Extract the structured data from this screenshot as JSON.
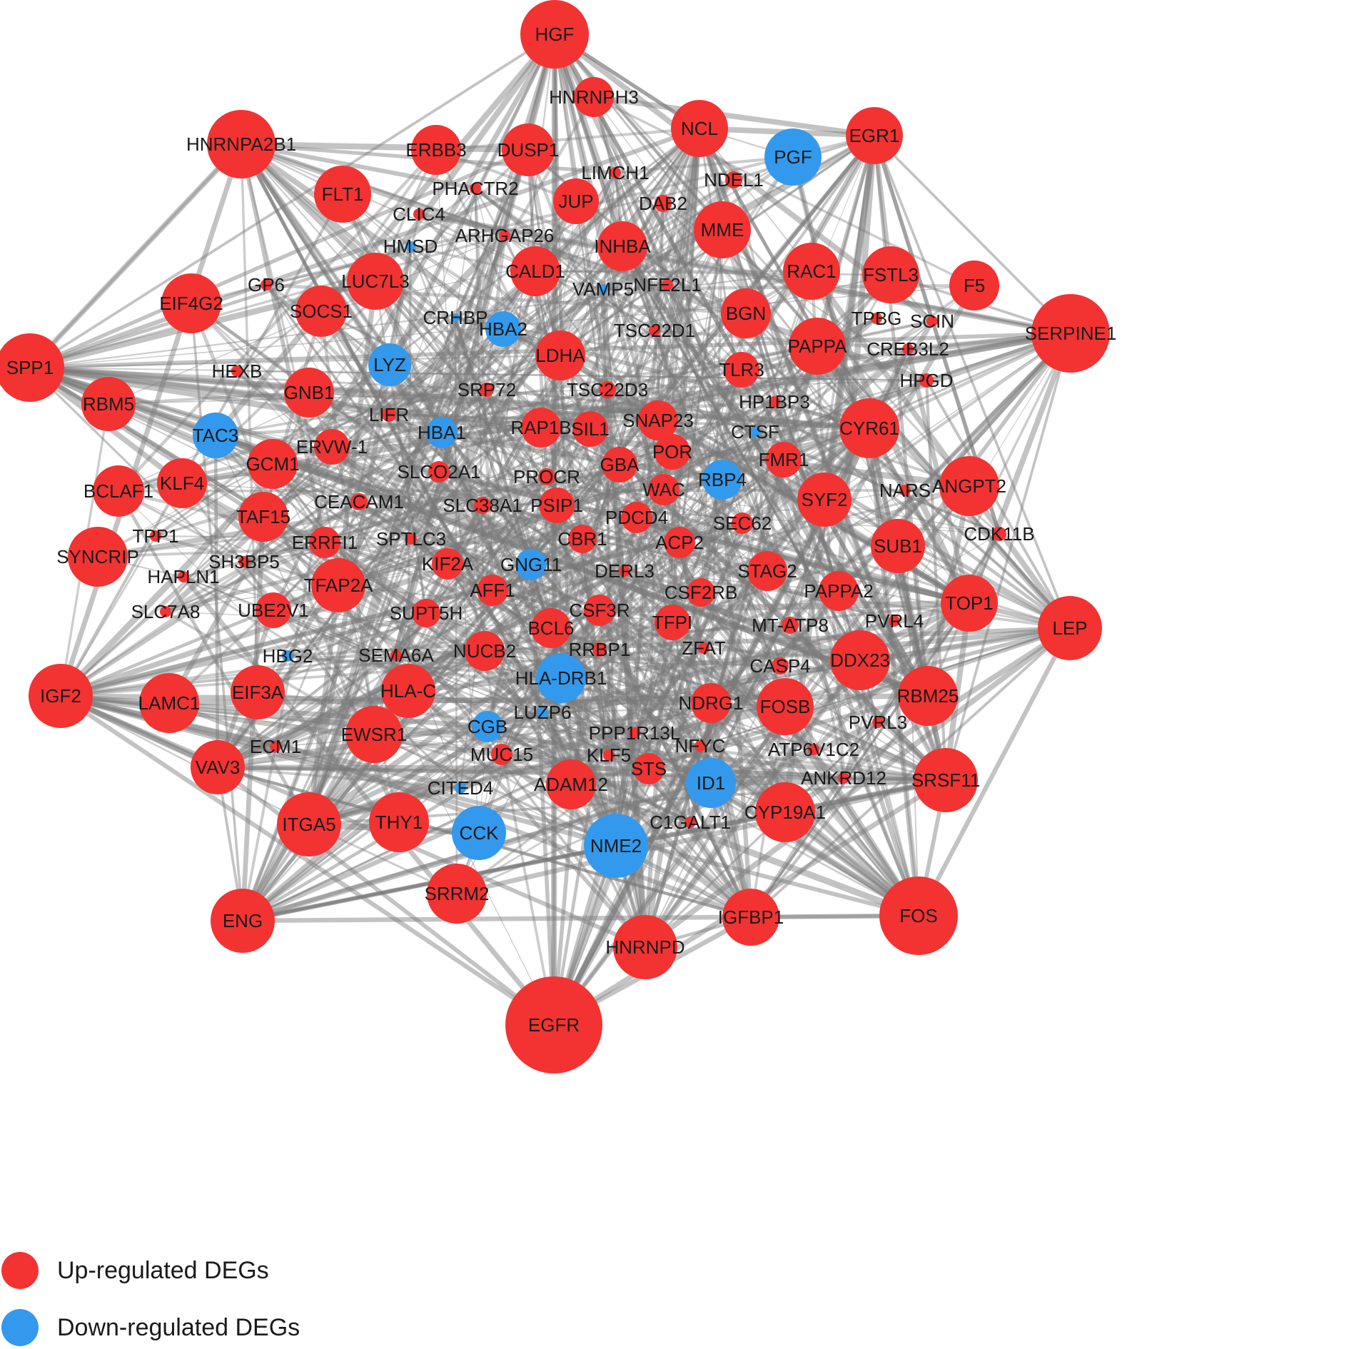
{
  "colors": {
    "up": "#f23332",
    "down": "#3399ec",
    "edge": "#7a7a7a"
  },
  "legend": [
    {
      "label": "Up-regulated DEGs",
      "type": "up"
    },
    {
      "label": "Down-regulated DEGs",
      "type": "down"
    }
  ],
  "nodes": {
    "up": [
      "HGF",
      "HNRNPH3",
      "HNRNPA2B1",
      "NCL",
      "EGR1",
      "ERBB3",
      "DUSP1",
      "FLT1",
      "JUP",
      "DAB2",
      "NDEL1",
      "MME",
      "PHACTR2",
      "LIMCH1",
      "CLIC4",
      "ARHGAP26",
      "INHBA",
      "RAC1",
      "FSTL3",
      "F5",
      "SERPINE1",
      "SPP1",
      "EIF4G2",
      "GP6",
      "SOCS1",
      "LUC7L3",
      "CALD1",
      "NFE2L1",
      "BGN",
      "PAPPA",
      "TPBG",
      "SCIN",
      "CREB3L2",
      "HPGD",
      "HEXB",
      "LDHA",
      "TSC22D1",
      "TLR3",
      "RBM5",
      "GNB1",
      "SRP72",
      "TSC22D3",
      "HP1BP3",
      "CYR61",
      "LIFR",
      "RAP1B",
      "SIL1",
      "SNAP23",
      "ERVW-1",
      "GCM1",
      "POR",
      "FMR1",
      "BCLAF1",
      "KLF4",
      "SLCO2A1",
      "PROCR",
      "GBA",
      "WAC",
      "NARS",
      "ANGPT2",
      "CEACAM1",
      "SLC38A1",
      "PSIP1",
      "PDCD4",
      "SYF2",
      "TAF15",
      "TPP1",
      "ERRFI1",
      "SPTLC3",
      "CBR1",
      "ACP2",
      "SEC62",
      "CDK11B",
      "SUB1",
      "SYNCRIP",
      "SH3BP5",
      "HAPLN1",
      "KIF2A",
      "DERL3",
      "STAG2",
      "TFAP2A",
      "AFF1",
      "CSF2RB",
      "PAPPA2",
      "TOP1",
      "SLC7A8",
      "UBE2V1",
      "SUPT5H",
      "CSF3R",
      "TFPI",
      "MT-ATP8",
      "PVRL4",
      "BCL6",
      "LEP",
      "SEMA6A",
      "NUCB2",
      "RRBP1",
      "ZFAT",
      "CASP4",
      "DDX23",
      "IGF2",
      "LAMC1",
      "EIF3A",
      "HLA-C",
      "NDRG1",
      "FOSB",
      "RBM25",
      "ECM1",
      "EWSR1",
      "PPP1R13L",
      "PVRL3",
      "VAV3",
      "MUC15",
      "KLF5",
      "NFYC",
      "ATP6V1C2",
      "STS",
      "ANKRD12",
      "ADAM12",
      "SRSF11",
      "ITGA5",
      "THY1",
      "CYP19A1",
      "C1GALT1",
      "SRRM2",
      "ENG",
      "IGFBP1",
      "HNRNPD",
      "FOS",
      "EGFR"
    ],
    "down": [
      "PGF",
      "HMSD",
      "VAMP5",
      "CRHBP",
      "HBA2",
      "LYZ",
      "TAC3",
      "HBA1",
      "CTSF",
      "RBP4",
      "GNG11",
      "HBG2",
      "HLA-DRB1",
      "LUZP6",
      "CGB",
      "CITED4",
      "ID1",
      "CCK",
      "NME2"
    ]
  }
}
